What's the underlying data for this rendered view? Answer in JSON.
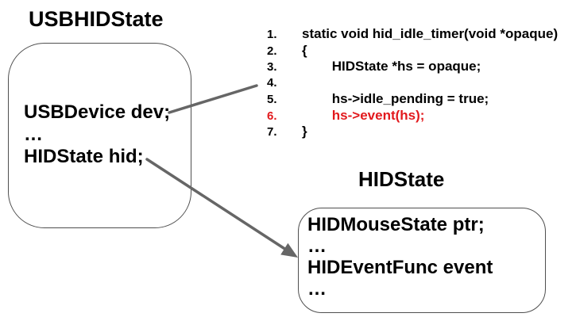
{
  "diagram": {
    "struct_usbhidstate": {
      "title": "USBHIDState",
      "fields": [
        "USBDevice dev;",
        "…",
        "HIDState hid;"
      ]
    },
    "code": {
      "lines": [
        {
          "num": "1.",
          "text": "static void hid_idle_timer(void *opaque)",
          "highlight": false
        },
        {
          "num": "2.",
          "text": "{",
          "highlight": false
        },
        {
          "num": "3.",
          "text": "        HIDState *hs = opaque;",
          "highlight": false
        },
        {
          "num": "4.",
          "text": "",
          "highlight": false
        },
        {
          "num": "5.",
          "text": "        hs->idle_pending = true;",
          "highlight": false
        },
        {
          "num": "6.",
          "text": "        hs->event(hs);",
          "highlight": true
        },
        {
          "num": "7.",
          "text": "}",
          "highlight": false
        }
      ]
    },
    "struct_hidstate": {
      "title": "HIDState",
      "fields": [
        "HIDMouseState ptr;",
        "…",
        "HIDEventFunc event",
        "…"
      ]
    },
    "connectors": [
      {
        "from": "USBDevice dev;",
        "to": "code",
        "arrowhead": false
      },
      {
        "from": "HIDState hid;",
        "to": "HIDState struct box",
        "arrowhead": true
      }
    ],
    "colors": {
      "highlight_red": "#e2191d",
      "arrow_gray": "#666666",
      "border_gray": "#4f4f4f",
      "text_black": "#000000",
      "background": "#ffffff"
    }
  }
}
